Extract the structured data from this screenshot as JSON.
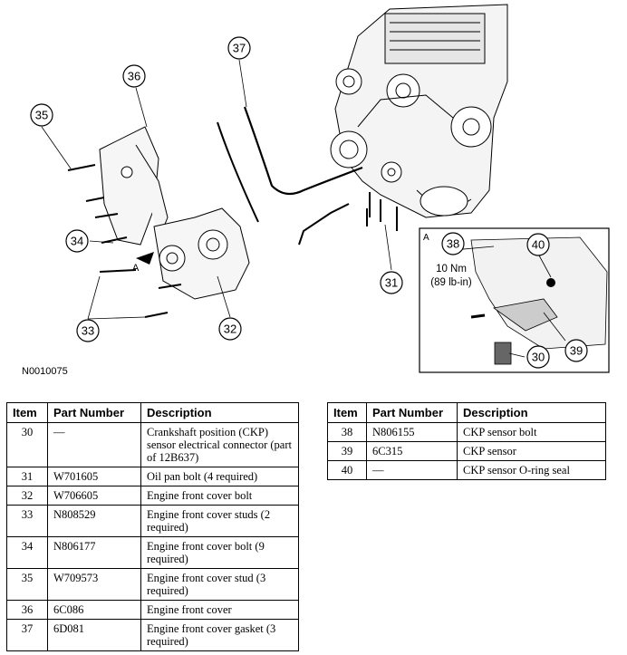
{
  "figure": {
    "id_label": "N0010075",
    "view_label": "A",
    "inset_label": "A",
    "torque_value": "10 Nm",
    "torque_imperial": "(89 lb-in)",
    "callouts": [
      "30",
      "31",
      "32",
      "33",
      "34",
      "35",
      "36",
      "37",
      "38",
      "39",
      "40"
    ]
  },
  "table_headers": {
    "item": "Item",
    "part_number": "Part Number",
    "description": "Description"
  },
  "parts_left": [
    {
      "item": "30",
      "part_number": "—",
      "description": "Crankshaft position (CKP) sensor electrical connector (part of 12B637)"
    },
    {
      "item": "31",
      "part_number": "W701605",
      "description": "Oil pan bolt (4 required)"
    },
    {
      "item": "32",
      "part_number": "W706605",
      "description": "Engine front cover bolt"
    },
    {
      "item": "33",
      "part_number": "N808529",
      "description": "Engine front cover studs (2 required)"
    },
    {
      "item": "34",
      "part_number": "N806177",
      "description": "Engine front cover bolt (9 required)"
    },
    {
      "item": "35",
      "part_number": "W709573",
      "description": "Engine front cover stud (3 required)"
    },
    {
      "item": "36",
      "part_number": "6C086",
      "description": "Engine front cover"
    },
    {
      "item": "37",
      "part_number": "6D081",
      "description": "Engine front cover gasket (3 required)"
    }
  ],
  "parts_right": [
    {
      "item": "38",
      "part_number": "N806155",
      "description": "CKP sensor bolt"
    },
    {
      "item": "39",
      "part_number": "6C315",
      "description": "CKP sensor"
    },
    {
      "item": "40",
      "part_number": "—",
      "description": "CKP sensor O-ring seal"
    }
  ]
}
